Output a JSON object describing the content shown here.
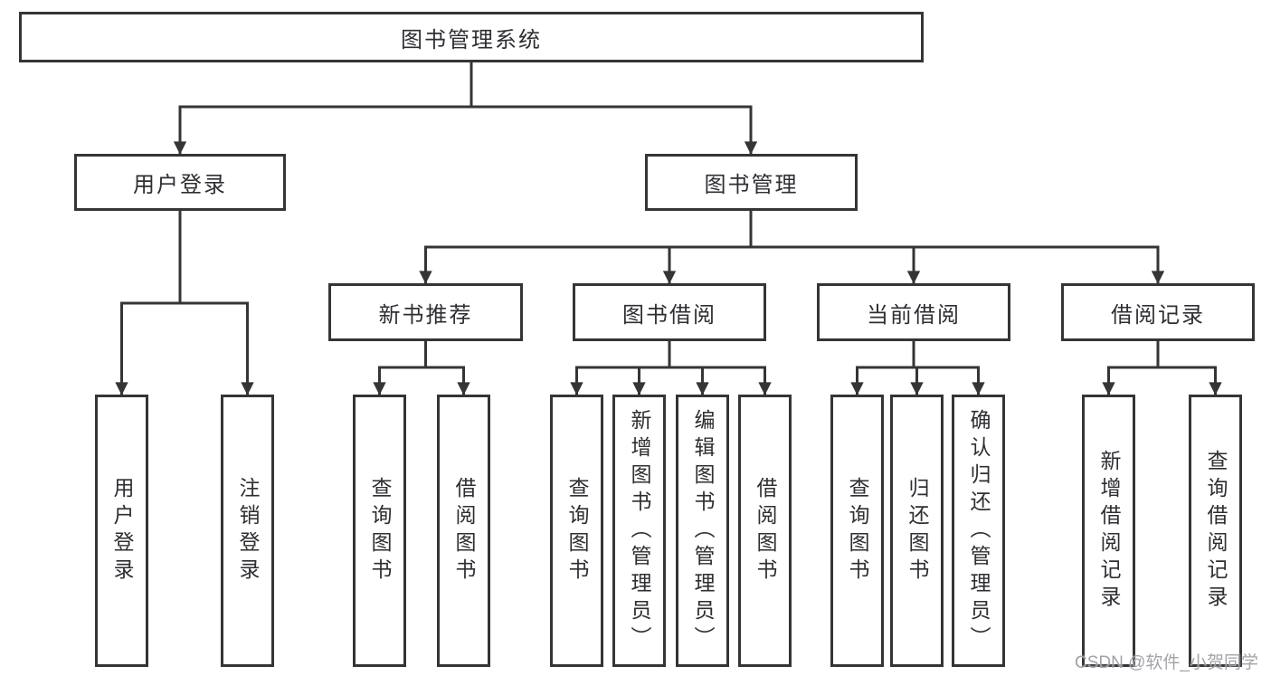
{
  "diagram": {
    "root": {
      "label": "图书管理系统"
    },
    "level1": [
      {
        "label": "用户登录"
      },
      {
        "label": "图书管理"
      }
    ],
    "level2": [
      {
        "label": "新书推荐",
        "parent": "图书管理"
      },
      {
        "label": "图书借阅",
        "parent": "图书管理"
      },
      {
        "label": "当前借阅",
        "parent": "图书管理"
      },
      {
        "label": "借阅记录",
        "parent": "图书管理"
      }
    ],
    "leaves": [
      {
        "label": "用户登录",
        "parent": "用户登录"
      },
      {
        "label": "注销登录",
        "parent": "用户登录"
      },
      {
        "label": "查询图书",
        "parent": "新书推荐"
      },
      {
        "label": "借阅图书",
        "parent": "新书推荐"
      },
      {
        "label": "查询图书",
        "parent": "图书借阅"
      },
      {
        "label": "新增图书（管理员）",
        "parent": "图书借阅"
      },
      {
        "label": "编辑图书（管理员）",
        "parent": "图书借阅"
      },
      {
        "label": "借阅图书",
        "parent": "图书借阅"
      },
      {
        "label": "查询图书",
        "parent": "当前借阅"
      },
      {
        "label": "归还图书",
        "parent": "当前借阅"
      },
      {
        "label": "确认归还（管理员）",
        "parent": "当前借阅"
      },
      {
        "label": "新增借阅记录",
        "parent": "借阅记录"
      },
      {
        "label": "查询借阅记录",
        "parent": "借阅记录"
      }
    ],
    "colors": {
      "line": "#353537",
      "text": "#2e2e33",
      "watermark": "#9d9da3"
    }
  },
  "watermark": {
    "text": "CSDN @软件_小贺同学"
  }
}
